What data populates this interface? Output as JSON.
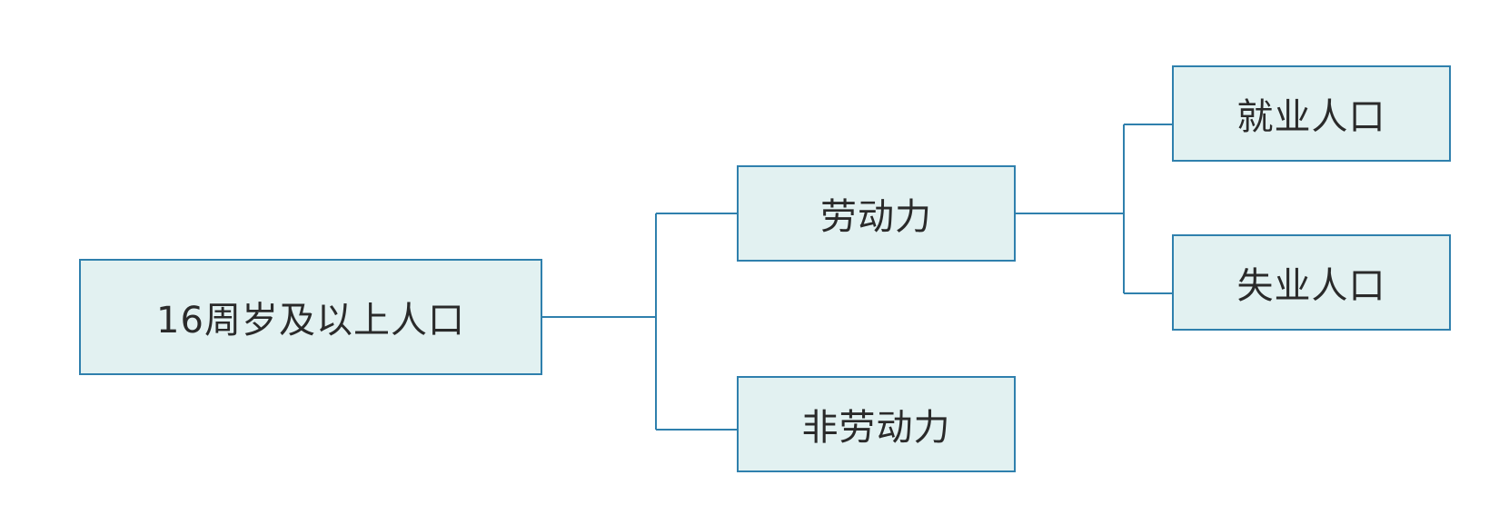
{
  "diagram": {
    "root": {
      "label": "16周岁及以上人口"
    },
    "labor_force": {
      "label": "劳动力"
    },
    "non_labor_force": {
      "label": "非劳动力"
    },
    "employed": {
      "label": "就业人口"
    },
    "unemployed": {
      "label": "失业人口"
    }
  },
  "colors": {
    "box_fill": "#e2f1f1",
    "box_border": "#2f80ad",
    "connector": "#2f80ad",
    "text": "#2a2a2a"
  }
}
